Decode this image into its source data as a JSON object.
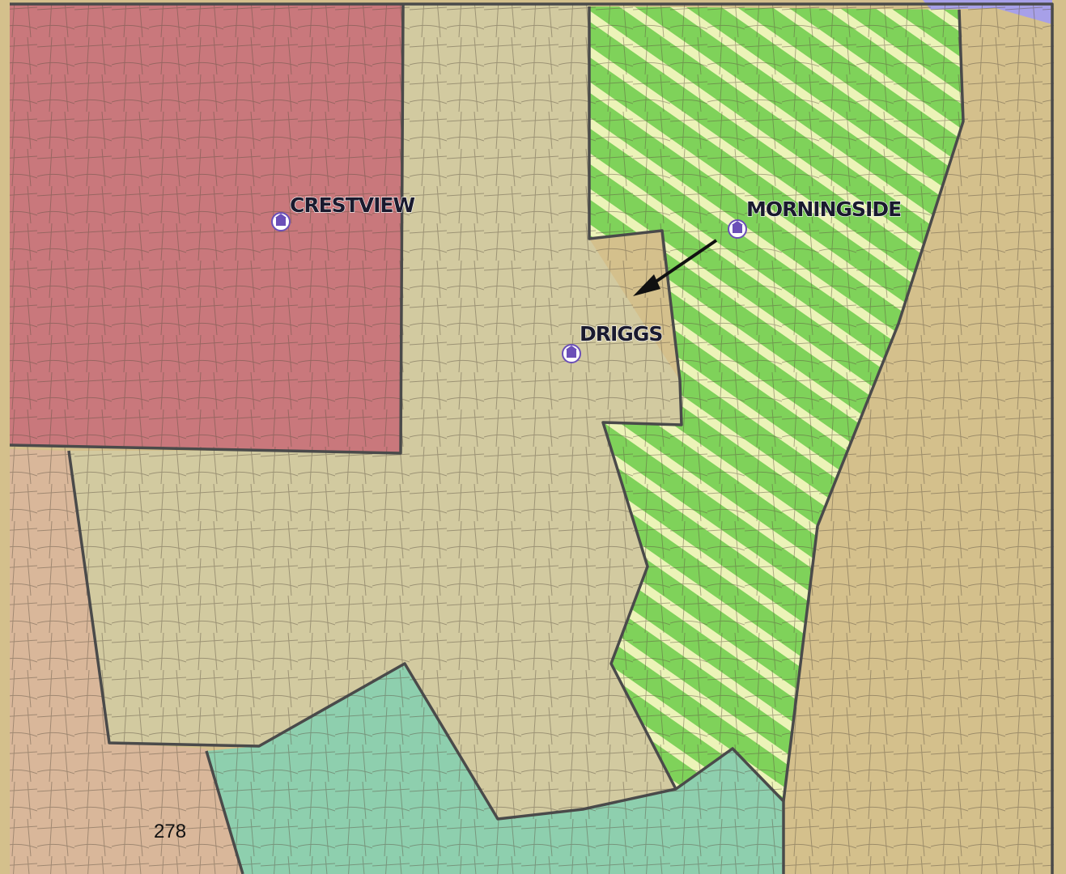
{
  "map": {
    "labels": {
      "crestview": "CRESTVIEW",
      "morningside": "MORNINGSIDE",
      "driggs": "DRIGGS"
    },
    "page_number": "278",
    "zone_colors": {
      "crestview_zone": "#c9787c",
      "driggs_zone": "#d2caa0",
      "morningside_zone": "#7fd25a",
      "morningside_stripe": "#ecf3b8",
      "south_zone": "#8ecfae",
      "east_zone": "#d4c08c",
      "west_zone": "#d9b79a",
      "north_east_zone": "#a7a0e8",
      "boundary": "#4a4a4a"
    },
    "icons": [
      "school-icon",
      "school-icon",
      "school-icon"
    ]
  }
}
